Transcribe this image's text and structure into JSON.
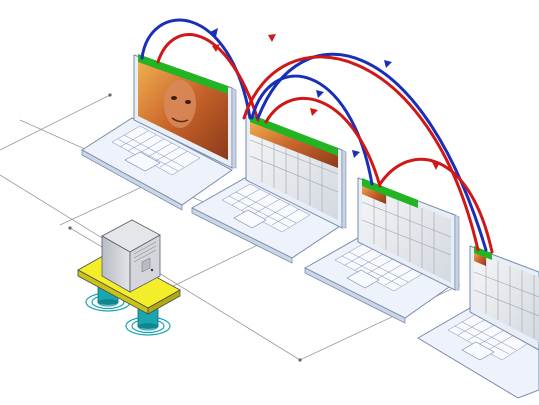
{
  "diagram": {
    "nodes": [
      {
        "id": "laptop-1",
        "kind": "laptop",
        "screen_fill": "full-image",
        "image_fraction": 1.0
      },
      {
        "id": "laptop-2",
        "kind": "laptop",
        "screen_fill": "partial-image",
        "image_fraction": 0.33
      },
      {
        "id": "laptop-3",
        "kind": "laptop",
        "screen_fill": "partial-image",
        "image_fraction": 0.12
      },
      {
        "id": "laptop-4",
        "kind": "laptop",
        "screen_fill": "partial-image",
        "image_fraction": 0.05
      },
      {
        "id": "server",
        "kind": "tower-server",
        "base": "wireless-access-point"
      }
    ],
    "connections": [
      {
        "from": "laptop-1",
        "to": "laptop-2",
        "color": "blue"
      },
      {
        "from": "laptop-1",
        "to": "laptop-2",
        "color": "red"
      },
      {
        "from": "laptop-2",
        "to": "laptop-3",
        "color": "blue"
      },
      {
        "from": "laptop-2",
        "to": "laptop-3",
        "color": "red"
      },
      {
        "from": "laptop-2",
        "to": "laptop-4",
        "color": "blue"
      },
      {
        "from": "laptop-2",
        "to": "laptop-4",
        "color": "red"
      },
      {
        "from": "laptop-3",
        "to": "laptop-4",
        "color": "red"
      }
    ],
    "colors": {
      "arc_blue": "#1a2fb8",
      "arc_red": "#d01818",
      "screen_frame": "#e8eef6",
      "screen_top_bar": "#22b422",
      "image_orange": "#e08a2a",
      "laptop_body": "#eef2fa",
      "laptop_outline": "#7a8cae",
      "server_body": "#c8ccd2",
      "platform_yellow": "#f4ee2a",
      "pedestal_teal": "#1aa6b0",
      "grid_line": "#9a9a9a"
    },
    "icons": [
      "laptop-icon",
      "server-icon",
      "wireless-signal-icon"
    ]
  }
}
